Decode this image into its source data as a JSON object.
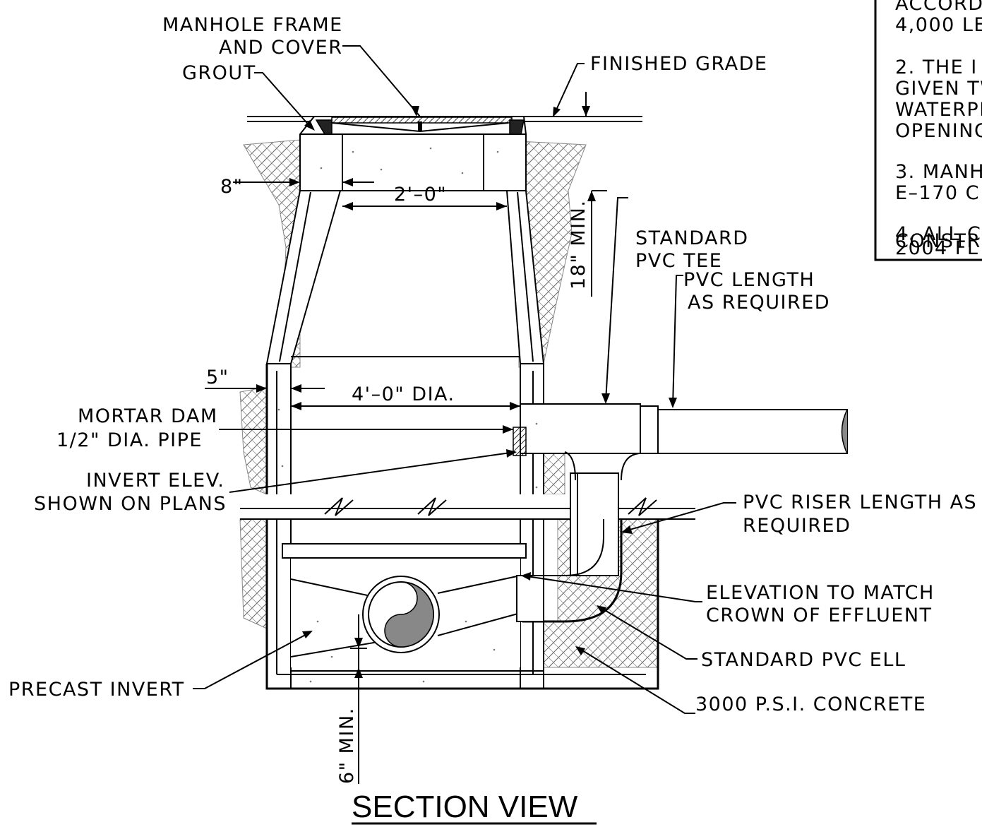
{
  "title": "SECTION VIEW",
  "labels": {
    "manhole_frame_1": "MANHOLE FRAME",
    "manhole_frame_2": "AND COVER",
    "grout": "GROUT",
    "finished_grade": "FINISHED GRADE",
    "dim_8in": "8\"",
    "dim_2ft": "2'–0\"",
    "dim_18min": "18\" MIN.",
    "pvc_tee_1": "STANDARD",
    "pvc_tee_2": "PVC TEE",
    "pvc_length_1": "PVC LENGTH",
    "pvc_length_2": "AS REQUIRED",
    "dim_5in": "5\"",
    "dim_4ft": "4'–0\" DIA.",
    "mortar_dam": "MORTAR DAM",
    "half_pipe": "1/2\" DIA. PIPE",
    "invert_elev_1": "INVERT ELEV.",
    "invert_elev_2": "SHOWN ON PLANS",
    "riser_1": "PVC RISER LENGTH AS",
    "riser_2": "REQUIRED",
    "elev_match_1": "ELEVATION TO MATCH",
    "elev_match_2": "CROWN OF EFFLUENT",
    "pvc_ell": "STANDARD PVC ELL",
    "precast_invert": "PRECAST INVERT",
    "concrete": "3000 P.S.I. CONCRETE",
    "dim_6min": "6\" MIN."
  },
  "notes": [
    "ACCORDA",
    "4,000 LE",
    "2. THE I",
    "GIVEN TW",
    "WATERPR",
    "OPENING",
    "3. MANH",
    "E–170 C",
    "4. ALL C",
    "CONSTRU",
    "2004 FL"
  ]
}
